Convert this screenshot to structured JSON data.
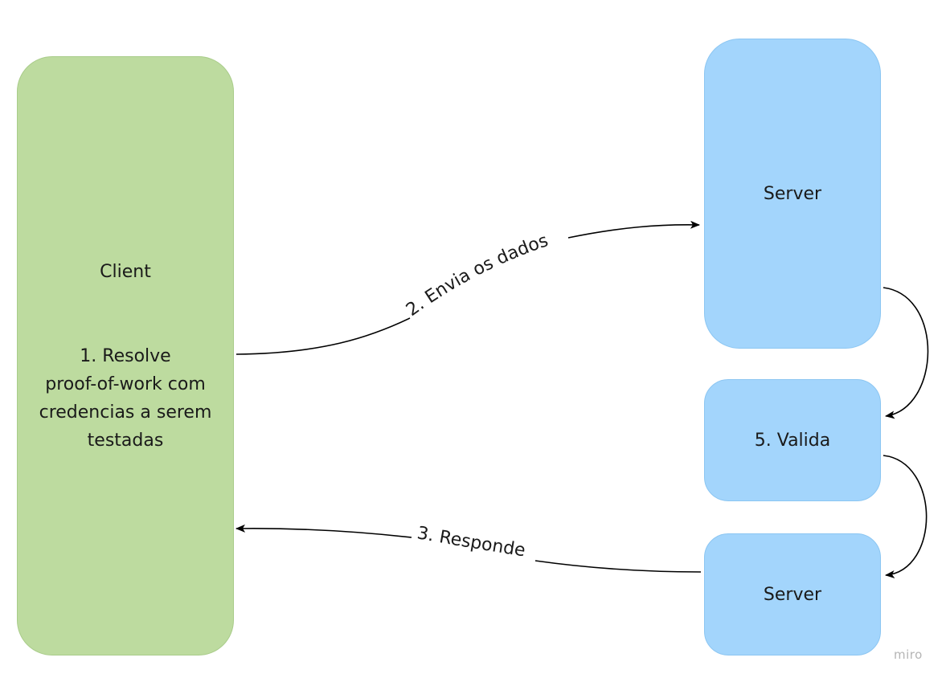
{
  "nodes": {
    "client": {
      "title": "Client",
      "step_lines": [
        "1. Resolve",
        "proof-of-work com",
        "credencias a serem",
        "testadas"
      ]
    },
    "server_top": {
      "label": "Server"
    },
    "valida": {
      "label": "5. Valida"
    },
    "server_bottom": {
      "label": "Server"
    }
  },
  "edges": {
    "envia": {
      "label": "2. Envia os dados"
    },
    "responde": {
      "label": "3. Responde"
    }
  },
  "colors": {
    "client_fill": "#bddb9f",
    "server_fill": "#a3d5fc",
    "edge": "#000000"
  },
  "watermark": "miro"
}
